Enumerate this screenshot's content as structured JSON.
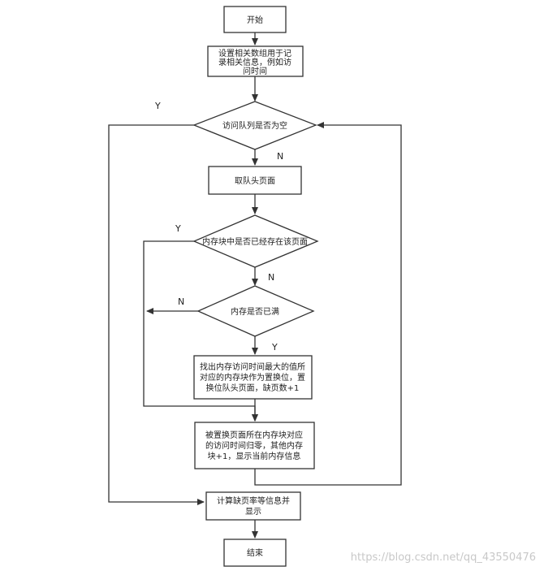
{
  "nodes": {
    "start": "开始",
    "init": [
      "设置相关数组用于记",
      "录相关信息，例如访",
      "问时间"
    ],
    "queue_empty": "访问队列是否为空",
    "take_head": "取队头页面",
    "in_memory": "内存块中是否已经存在该页面",
    "memory_full": "内存是否已满",
    "find_max": [
      "找出内存访问时间最大的值所",
      "对应的内存块作为置换位，置",
      "换位队头页面，缺页数+1"
    ],
    "reset": [
      "被置换页面所在内存块对应",
      "的访问时间归零，其他内存",
      "块+1，显示当前内存信息"
    ],
    "calc": [
      "计算缺页率等信息并",
      "显示"
    ],
    "end": "结束"
  },
  "edge_labels": {
    "queue_empty_yes": "Y",
    "queue_empty_no": "N",
    "in_memory_yes": "Y",
    "in_memory_no": "N",
    "memory_full_no": "N",
    "memory_full_yes": "Y"
  },
  "watermark": "https://blog.csdn.net/qq_43550476"
}
